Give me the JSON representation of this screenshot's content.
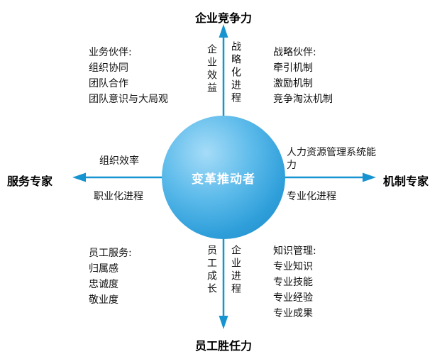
{
  "colors": {
    "accent": "#1794cf",
    "circle_highlight": "#a6dcf8",
    "circle_base": "#2f9fda",
    "center_text": "#ffffff",
    "text": "#111111"
  },
  "center": {
    "label": "变革推动者"
  },
  "axes": {
    "top": {
      "end_label": "企业竞争力",
      "left_text": "企业效益",
      "right_text": "战略化进程"
    },
    "bottom": {
      "end_label": "员工胜任力",
      "left_text": "员工成长",
      "right_text": "企业进程"
    },
    "left": {
      "end_label": "服务专家",
      "above_text": "组织效率",
      "below_text": "职业化进程"
    },
    "right": {
      "end_label": "机制专家",
      "above_text": "人力资源管理系统能力",
      "below_text": "专业化进程"
    }
  },
  "quadrants": {
    "top_left": {
      "title": "业务伙伴:",
      "items": [
        "组织协同",
        "团队合作",
        "团队意识与大局观"
      ]
    },
    "top_right": {
      "title": "战略伙伴:",
      "items": [
        "牵引机制",
        "激励机制",
        "竞争淘汰机制"
      ]
    },
    "bottom_left": {
      "title": "员工服务:",
      "items": [
        "归属感",
        "忠诚度",
        "敬业度"
      ]
    },
    "bottom_right": {
      "title": "知识管理:",
      "items": [
        "专业知识",
        "专业技能",
        "专业经验",
        "专业成果"
      ]
    }
  }
}
